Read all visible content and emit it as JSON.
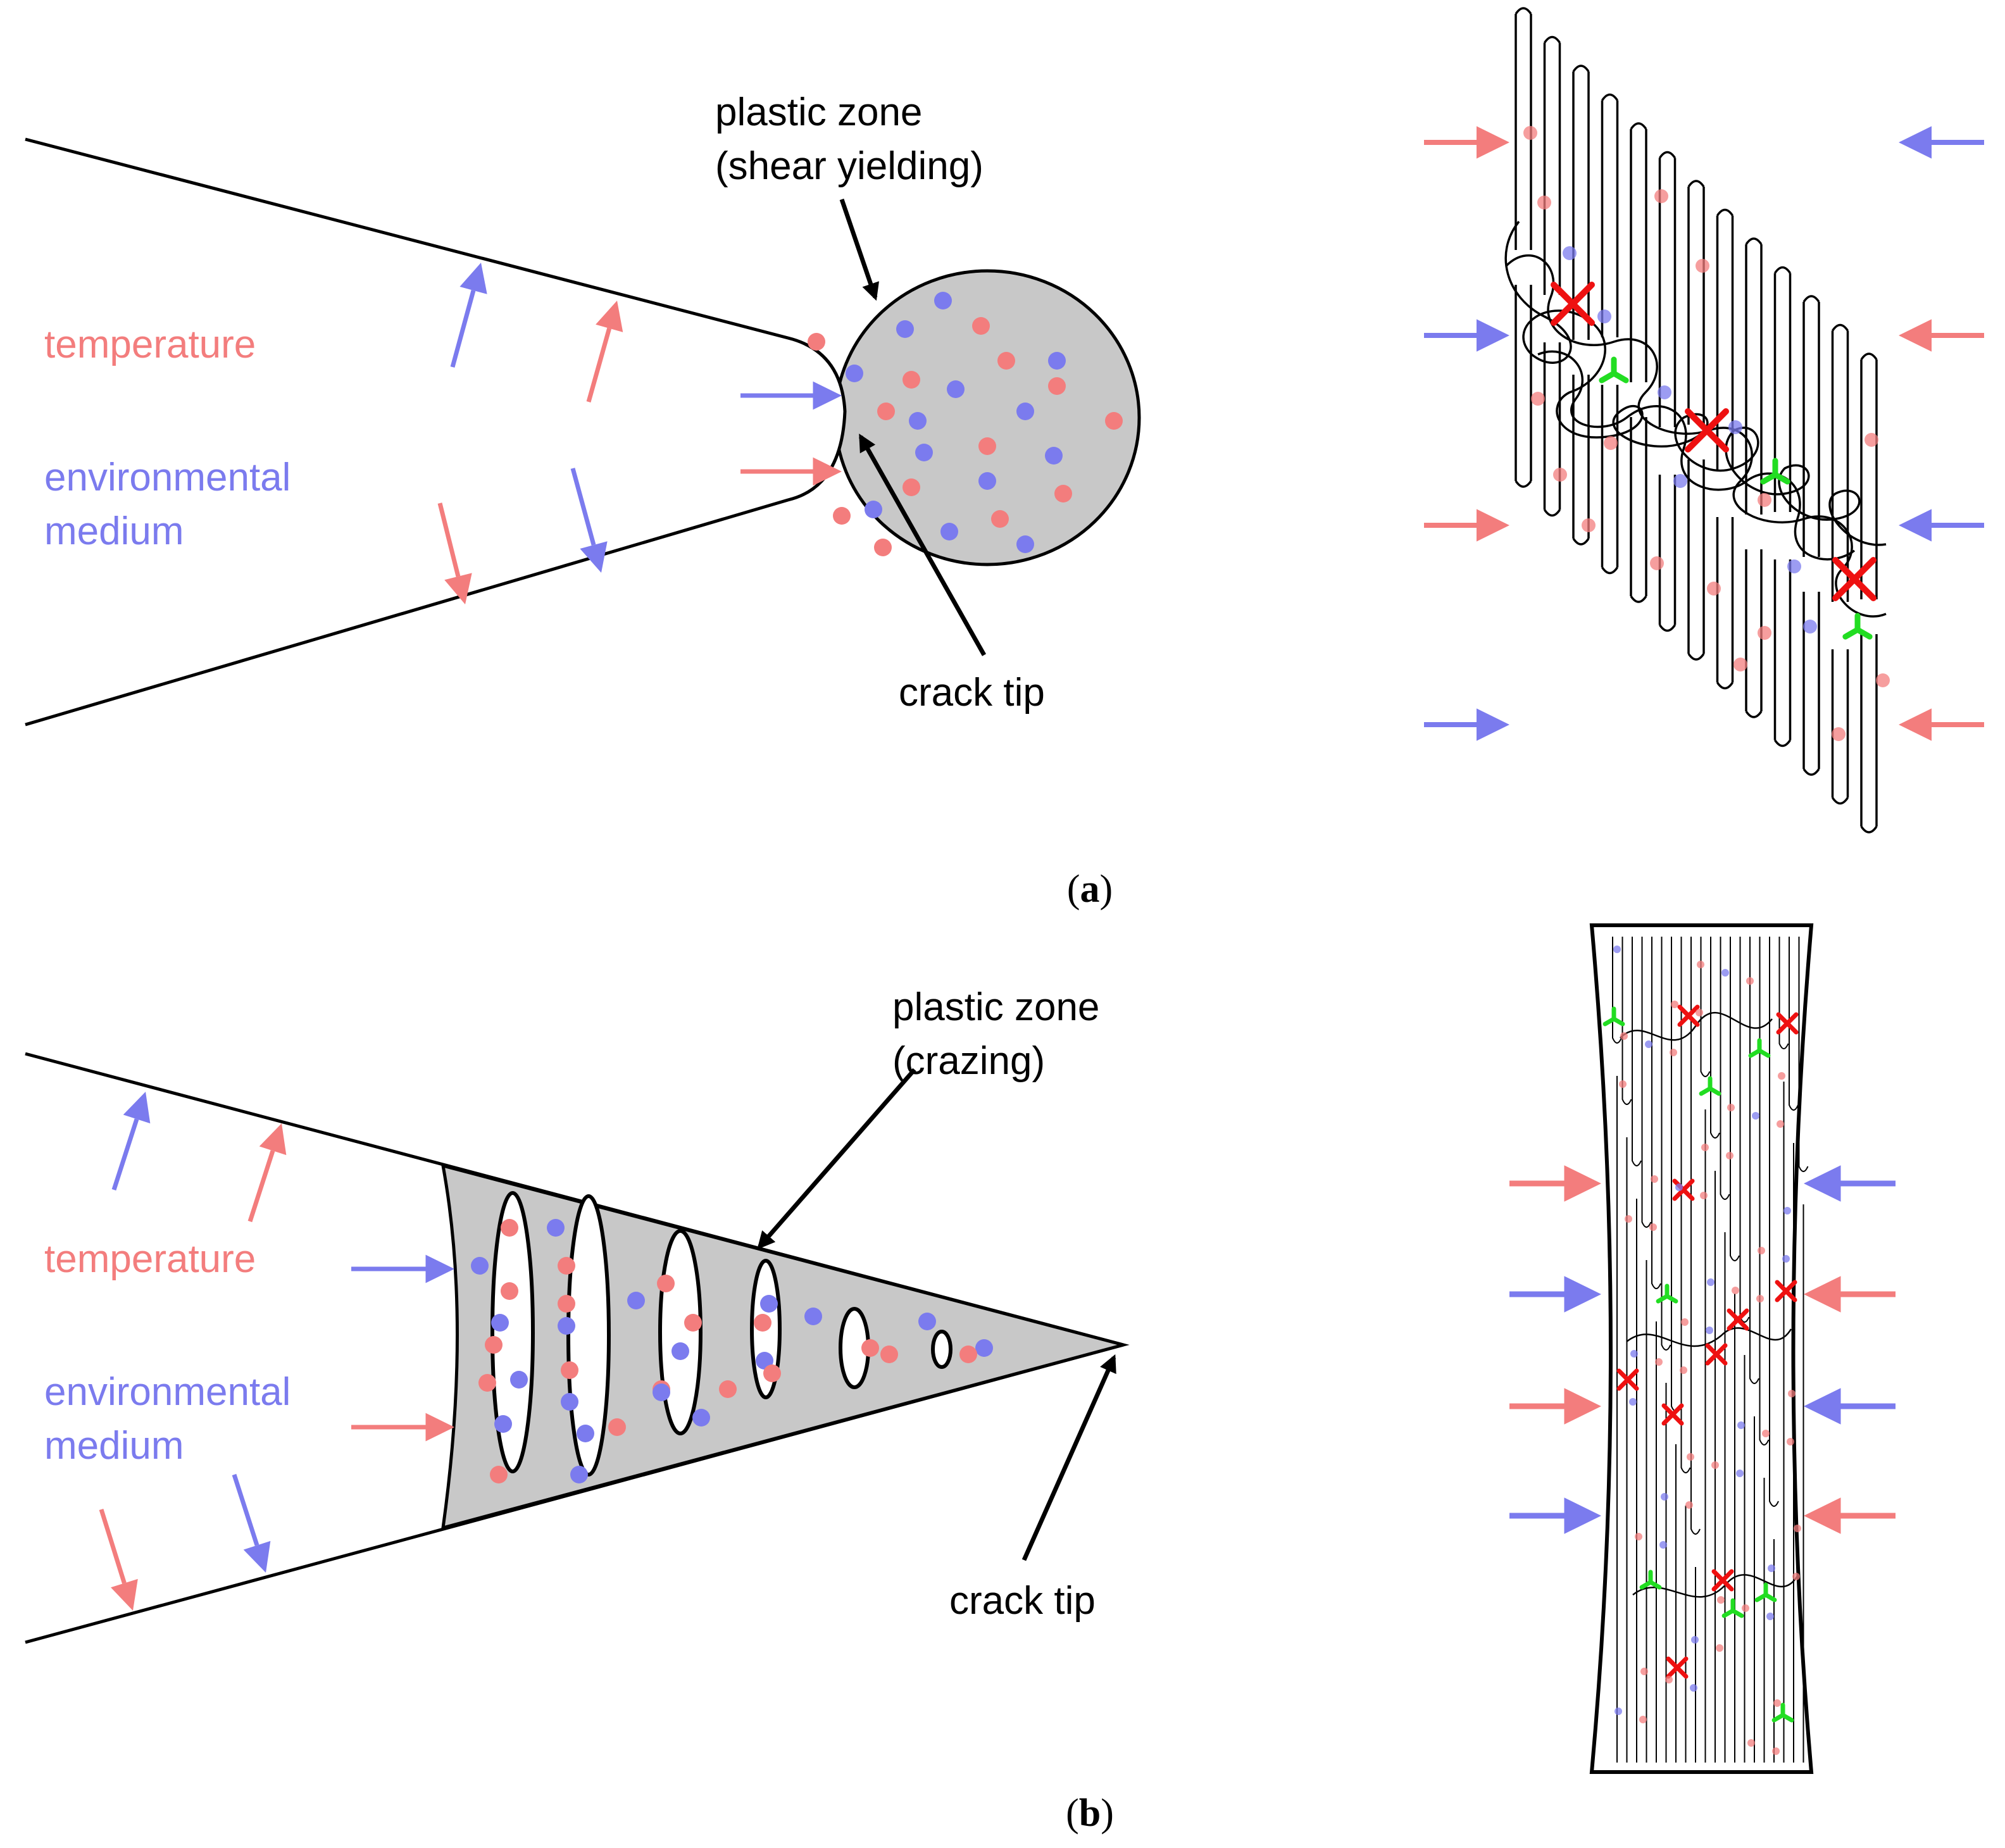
{
  "colors": {
    "temperature": "#f37d7d",
    "environment": "#7b7bee",
    "zone_fill": "#c8c8c8",
    "outline": "#000000",
    "bond_break": "#ee1111",
    "crosslink": "#22dd22"
  },
  "panel_a": {
    "label_plastic_zone": "plastic zone",
    "label_mechanism": "(shear yielding)",
    "label_crack_tip": "crack tip",
    "label_temperature": "temperature",
    "label_environment_1": "environmental",
    "label_environment_2": "medium",
    "caption_letter": "a"
  },
  "panel_b": {
    "label_plastic_zone": "plastic zone",
    "label_mechanism": "(crazing)",
    "label_crack_tip": "crack tip",
    "label_temperature": "temperature",
    "label_environment_1": "environmental",
    "label_environment_2": "medium",
    "caption_letter": "b"
  },
  "caption": {
    "open": "(",
    "close": ")"
  },
  "icons": {
    "arrow": "arrow-icon",
    "bond_scission": "red-cross-icon",
    "crosslink": "green-tripod-icon"
  }
}
